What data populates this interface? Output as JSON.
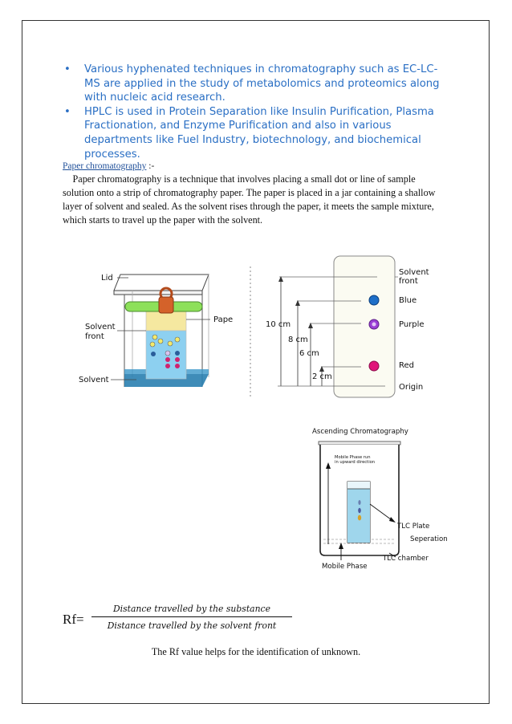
{
  "bullets": [
    "Various hyphenated techniques in chromatography such as EC-LC-MS are applied in the study of metabolomics and proteomics along with nucleic acid research.",
    "HPLC is used in Protein Separation like Insulin Purification, Plasma Fractionation, and Enzyme Purification and also in various departments like Fuel Industry, biotechnology, and biochemical processes."
  ],
  "bullet_glyph": "•",
  "section": {
    "title": "Paper chromatography",
    "suffix": ":-",
    "paragraph": "\u0000 Paper chromatography is a technique that involves placing a small dot or line of sample solution onto a strip of chromatography paper. The paper is placed in a jar containing a shallow layer of solvent and sealed. As the solvent rises through the paper, it meets the sample mixture, which starts to travel up the paper with the solvent."
  },
  "figure1": {
    "labels": {
      "lid": "Lid",
      "paper": "Paper",
      "solvent_front_1": "Solvent",
      "solvent_front_2": "front",
      "solvent": "Solvent"
    }
  },
  "figure2": {
    "labels": {
      "solvent_front_1": "Solvent",
      "solvent_front_2": "front",
      "blue": "Blue",
      "purple": "Purple",
      "red": "Red",
      "origin": "Origin",
      "d10": "10 cm",
      "d8": "8 cm",
      "d6": "6 cm",
      "d2": "2 cm"
    },
    "colors": {
      "blue": "#1e6fc8",
      "purple": "#9b3fd6",
      "red": "#e0157a"
    }
  },
  "figure3": {
    "labels": {
      "title": "Ascending Chromatography",
      "mobile_run_1": "Mobile Phase run",
      "mobile_run_2": "in upward direction",
      "tlc_plate": "TLC Plate",
      "seperation": "Seperation",
      "tlc_chamber": "TLC chamber",
      "mobile_phase": "Mobile Phase"
    }
  },
  "formula": {
    "lhs": "Rf=",
    "numerator": "Distance travelled by the substance",
    "denominator": "Distance travelled by the solvent front"
  },
  "note": "The Rf value helps for the identification of unknown."
}
